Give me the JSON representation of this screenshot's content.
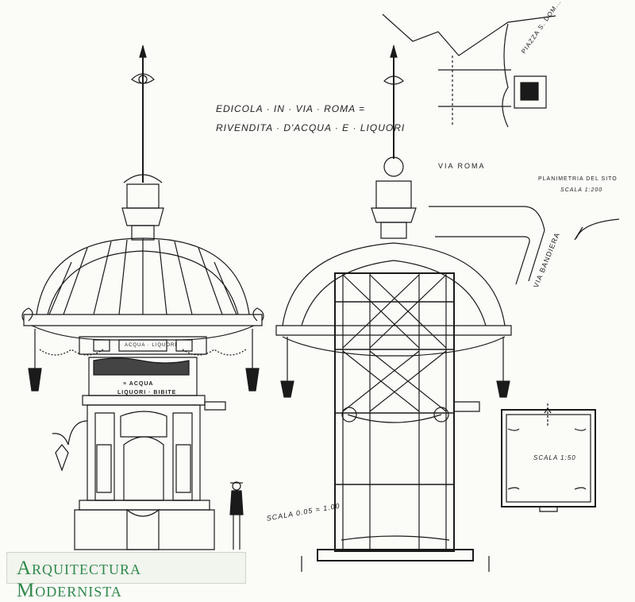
{
  "drawing": {
    "title_line1": "EDICOLA · IN · VIA · ROMA =",
    "title_line2": "RIVENDITA · D'ACQUA · E · LIQUORI",
    "street_via_roma": "VIA ROMA",
    "street_via_bandiera": "VIA BANDIERA",
    "piazza": "PIAZZA S. DOM...",
    "site_plan_title": "PLANIMETRIA DEL SITO",
    "site_plan_scale": "SCALA 1:200",
    "section_scale": "SCALA 0.05 = 1.00",
    "floor_plan_scale": "SCALA 1:50",
    "sign_top": "ACQUA · LIQUORI",
    "sign_line1": "≡ ACQUA",
    "sign_line2": "LIQUORI · BIBITE"
  },
  "watermark": {
    "text": "Arquitectura Modernista",
    "color": "#2f8a4b"
  }
}
